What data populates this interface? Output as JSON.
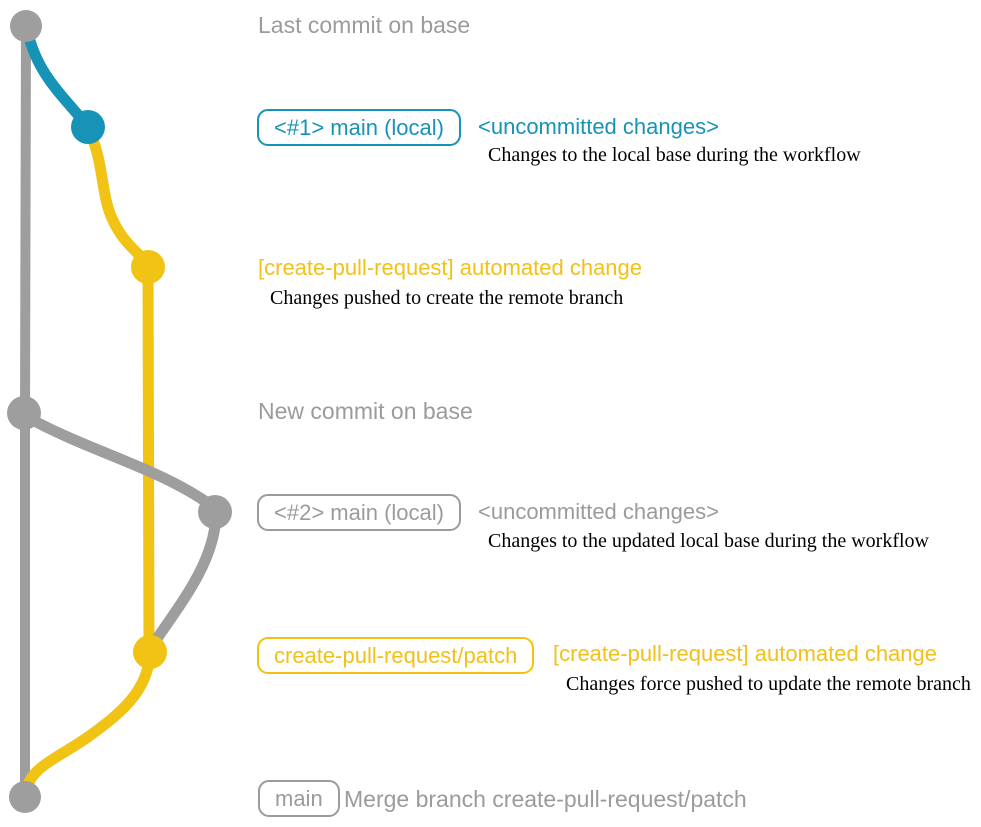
{
  "colors": {
    "base_branch_gray": "#9e9e9e",
    "local_main_teal": "#1793b8",
    "patch_branch_yellow": "#f0c314",
    "label_text_gray": "#9b9b9b",
    "caption_black": "#000000"
  },
  "graph": {
    "type": "git-commit-graph",
    "branch_colors": [
      "#9e9e9e",
      "#1793b8",
      "#f0c314"
    ],
    "commit_count": 7
  },
  "rows": {
    "last_commit_label": "Last commit on base",
    "step1": {
      "badge": "<#1> main (local)",
      "title": "<uncommitted changes>",
      "caption": "Changes to the local base during the workflow"
    },
    "step2": {
      "title": "[create-pull-request] automated change",
      "caption": "Changes pushed to create the remote branch"
    },
    "new_commit_label": "New commit on base",
    "step3": {
      "badge": "<#2> main (local)",
      "title": "<uncommitted changes>",
      "caption": "Changes to the updated local base during the workflow"
    },
    "step4": {
      "badge": "create-pull-request/patch",
      "title": "[create-pull-request] automated change",
      "caption": "Changes force pushed to update the remote branch"
    },
    "step5": {
      "badge": "main",
      "title": "Merge branch create-pull-request/patch"
    }
  }
}
